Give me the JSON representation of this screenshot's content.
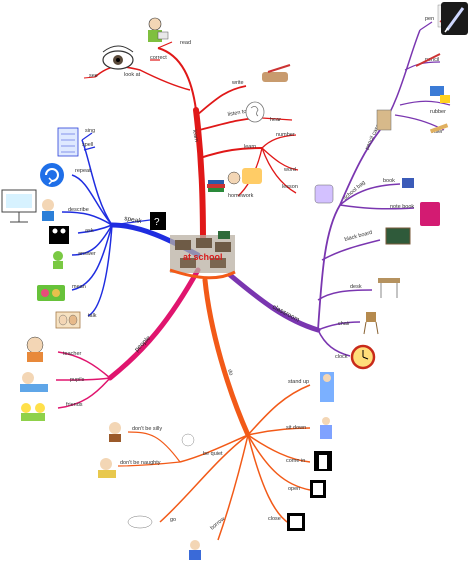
{
  "title": "at school",
  "colors": {
    "read": "#e01818",
    "speak": "#1f2de0",
    "classroom": "#7a36b0",
    "people": "#e0156e",
    "do": "#f25a18"
  },
  "branches": {
    "read": {
      "label": "learn",
      "items": [
        "read",
        "correct",
        "look at",
        "see",
        "write",
        "listen to",
        "hear",
        "learn",
        "number",
        "word",
        "homework",
        "lesson"
      ]
    },
    "speak": {
      "label": "speak",
      "items": [
        "sing",
        "spell",
        "repeat",
        "describe",
        "ask",
        "answer",
        "mean",
        "talk"
      ]
    },
    "classroom": {
      "label": "classroom",
      "items": [
        "pencil case",
        "school bag",
        "pen",
        "pencil",
        "rubber",
        "ruler",
        "book",
        "note book",
        "black board",
        "desk",
        "chair",
        "clock"
      ]
    },
    "people": {
      "label": "people",
      "items": [
        "teacher",
        "pupils",
        "friends"
      ]
    },
    "do": {
      "label": "do",
      "items": [
        "stand up",
        "sit down",
        "come in",
        "open",
        "close",
        "borrow",
        "go",
        "be quiet",
        "don't be silly",
        "don't be naughty"
      ]
    }
  },
  "icons": [
    "eye-icon",
    "reading-kid-icon",
    "writing-hand-icon",
    "ear-icon",
    "numbers-icon",
    "books-icon",
    "alphabet-icon",
    "repeat-icon",
    "screen-icon",
    "question-icon",
    "qa-icon",
    "sing-icon",
    "talk-icon",
    "pens-icon",
    "bag-icon",
    "blackboard-icon",
    "desk-icon",
    "chair-icon",
    "clock-icon",
    "classroom-icon",
    "teacher-icon",
    "pupils-icon",
    "friends-icon",
    "stand-icon",
    "sit-icon",
    "door-icon",
    "close-door-icon",
    "pen-logo-icon"
  ]
}
